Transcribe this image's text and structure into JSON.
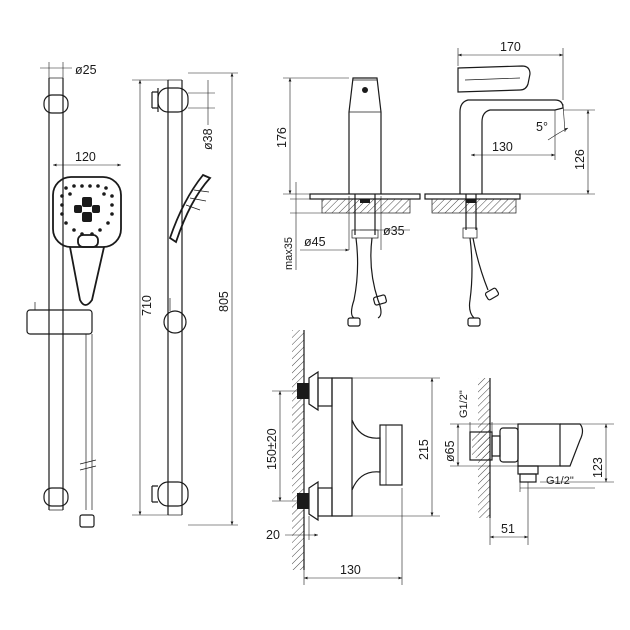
{
  "rail": {
    "diameter": "ø25",
    "hand_shower_width": "120",
    "bracket_diameter": "ø38",
    "rail_length": "710",
    "overall_height": "805"
  },
  "basin_mixer": {
    "height": "176",
    "max_deck": "max35",
    "base_diameter": "ø45",
    "hole_diameter": "ø35",
    "overall_length": "170",
    "spout_reach": "130",
    "spout_height": "126",
    "spout_angle": "5°"
  },
  "shower_mixer": {
    "centers": "150±20",
    "height": "215",
    "wall_offset": "20",
    "projection": "130",
    "escutcheon_diameter": "ø65",
    "thread_top": "G1/2\"",
    "thread_outlet": "G1/2\"",
    "outlet_height": "123",
    "depth": "51"
  }
}
